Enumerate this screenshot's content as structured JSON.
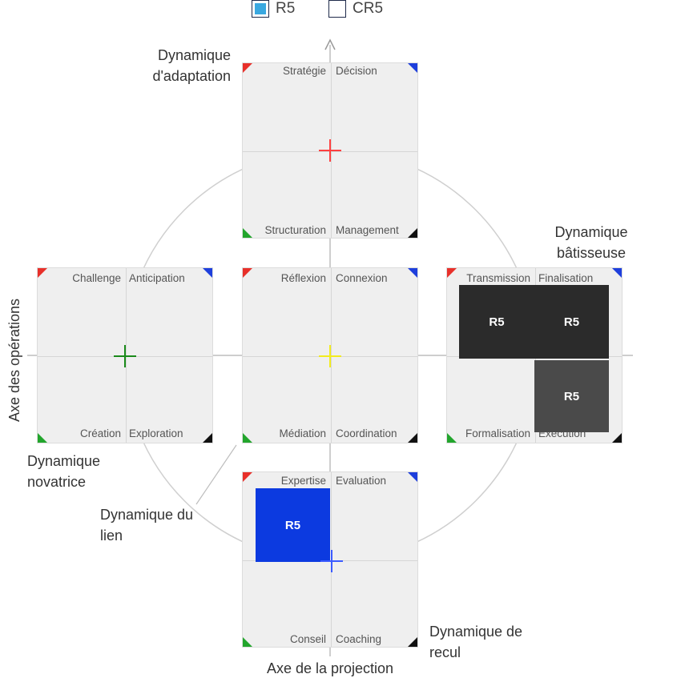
{
  "legend": [
    {
      "label": "R5",
      "color": "#3aa8e0",
      "checked": true
    },
    {
      "label": "CR5",
      "color": "#ffffff",
      "checked": false
    }
  ],
  "quadrants": {
    "top": {
      "tl": "Stratégie",
      "tr": "Décision",
      "bl": "Structuration",
      "br": "Management",
      "cross_color": "#ff4040"
    },
    "left": {
      "tl": "Challenge",
      "tr": "Anticipation",
      "bl": "Création",
      "br": "Exploration",
      "cross_color": "#1a8a1a"
    },
    "center": {
      "tl": "Réflexion",
      "tr": "Connexion",
      "bl": "Médiation",
      "br": "Coordination",
      "cross_color": "#f2ec1e"
    },
    "right": {
      "tl": "Transmission",
      "tr": "Finalisation",
      "bl": "Formalisation",
      "br": "Exécution"
    },
    "bottom": {
      "tl": "Expertise",
      "tr": "Evaluation",
      "bl": "Conseil",
      "br": "Coaching",
      "cross_color": "#3b5bff"
    }
  },
  "annotations": {
    "adaptation": [
      "Dynamique",
      "d'adaptation"
    ],
    "batisseuse": [
      "Dynamique",
      "bâtisseuse"
    ],
    "novatrice": [
      "Dynamique",
      "novatrice"
    ],
    "lien": [
      "Dynamique du",
      "lien"
    ],
    "recul": [
      "Dynamique de",
      "recul"
    ]
  },
  "axes": {
    "vertical": "Axe des opérations",
    "horizontal": "Axe de la projection"
  },
  "blocks": [
    {
      "label": "R5",
      "color": "#2b2b2b"
    },
    {
      "label": "R5",
      "color": "#2b2b2b"
    },
    {
      "label": "R5",
      "color": "#4a4a4a"
    },
    {
      "label": "R5",
      "color": "#0c3ae0"
    }
  ]
}
